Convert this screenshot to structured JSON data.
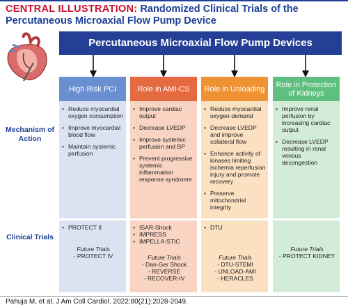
{
  "title": {
    "lead": "CENTRAL ILLUSTRATION:",
    "rest": " Randomized Clinical Trials of the Percutaneous Microaxial Flow Pump Device"
  },
  "banner": "Percutaneous Microaxial Flow Pump Devices",
  "row_labels": {
    "mechanism": "Mechanism of Action",
    "trials": "Clinical Trials"
  },
  "columns": [
    {
      "id": "high-risk-pci",
      "heading": "High Risk PCI",
      "head_color": "#6a8fd1",
      "body_color": "#dbe3f3",
      "mechanisms": [
        "Reduce myocardial oxygen consumption",
        "Improve myocardial blood flow",
        "Maintain systemic perfusion"
      ],
      "trials": [
        "PROTECT II"
      ],
      "future_label": "Future Trials",
      "future": [
        "- PROTECT IV"
      ]
    },
    {
      "id": "ami-cs",
      "heading": "Role in AMI-CS",
      "head_color": "#e56a3f",
      "body_color": "#fad4c2",
      "mechanisms": [
        "Improve cardiac output",
        "Decrease LVEDP",
        "Improve systemic perfusion and BP",
        "Prevent progressive systemic inflammation response syndrome"
      ],
      "trials": [
        "ISAR-Shock",
        "IMPRESS",
        "IMPELLA-STIC"
      ],
      "future_label": "Future Trials",
      "future": [
        "- Dan-Ger Shock",
        "- REVERSE",
        "- RECOVER-IV"
      ]
    },
    {
      "id": "unloading",
      "heading": "Role in Unloading",
      "head_color": "#ef9233",
      "body_color": "#fbe0c1",
      "mechanisms": [
        "Reduce myocardial oxygen-demand",
        "Decrease LVEDP and improve collateral flow",
        "Enhance activity of kinases limiting ischemia reperfusion injury and promote recovery",
        "Preserve mitochondrial integrity"
      ],
      "trials": [
        "DTU"
      ],
      "future_label": "Future Trials",
      "future": [
        "- DTU-STEMI",
        "- UNLOAD-AMI",
        "- HERACLES"
      ]
    },
    {
      "id": "kidneys",
      "heading": "Role in Protection of Kidneys",
      "head_color": "#5ebf7e",
      "body_color": "#d3ecd8",
      "mechanisms": [
        "Improve renal perfusion by increasing cardiac output",
        "Decrease LVEDP resulting in renal venous decongestion"
      ],
      "trials": [],
      "future_label": "Future Trials",
      "future": [
        "- PROTECT KIDNEY"
      ]
    }
  ],
  "citation": "Pahuja M, et al. J Am Coll Cardiol. 2022;80(21):2028-2049.",
  "icons": [
    "heart-illustration",
    "down-arrow-icon"
  ]
}
